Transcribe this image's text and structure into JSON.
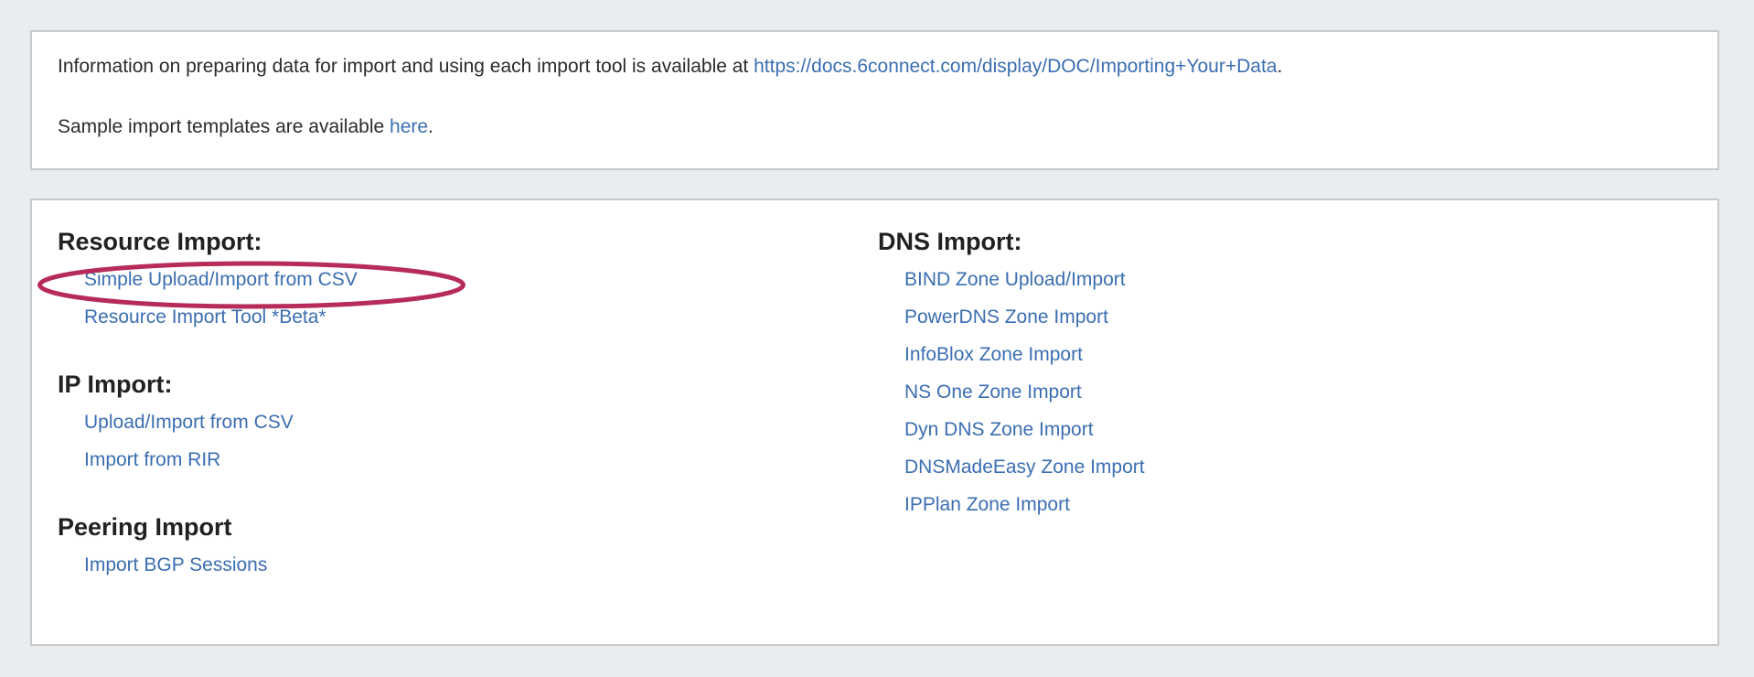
{
  "colors": {
    "page_bg": "#e9edf1",
    "panel_bg": "#ffffff",
    "panel_border": "#c9c9c9",
    "heading_text": "#212121",
    "body_text": "#2b2b2b",
    "link": "#3b6eb1",
    "annotation": "#b62b58"
  },
  "info_panel": {
    "line1_prefix": "Information on preparing data for import and using each import tool is available at ",
    "line1_link": "https://docs.6connect.com/display/DOC/Importing+Your+Data",
    "line1_suffix": ".",
    "line2_prefix": "Sample import templates are available ",
    "line2_link": "here",
    "line2_suffix": "."
  },
  "import_panel": {
    "left_sections": [
      {
        "heading": "Resource Import:",
        "links": [
          "Simple Upload/Import from CSV",
          "Resource Import Tool *Beta*"
        ]
      },
      {
        "heading": "IP Import:",
        "links": [
          "Upload/Import from CSV",
          "Import from RIR"
        ]
      },
      {
        "heading": "Peering Import",
        "links": [
          "Import BGP Sessions"
        ]
      }
    ],
    "right_sections": [
      {
        "heading": "DNS Import:",
        "links": [
          "BIND Zone Upload/Import",
          "PowerDNS Zone Import",
          "InfoBlox Zone Import",
          "NS One Zone Import",
          "Dyn DNS Zone Import",
          "DNSMadeEasy Zone Import",
          "IPPlan Zone Import"
        ]
      }
    ],
    "annotation_note": "ellipse circling Simple Upload/Import from CSV"
  }
}
